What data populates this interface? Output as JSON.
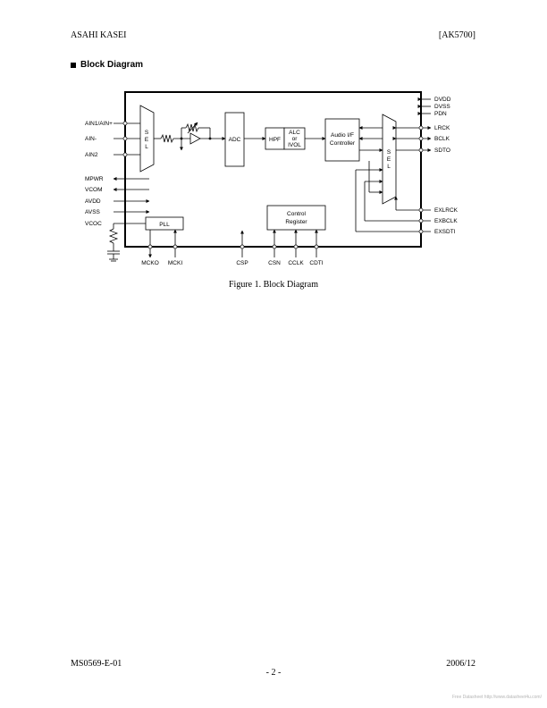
{
  "header": {
    "company": "ASAHI KASEI",
    "part": "[AK5700]"
  },
  "section_title": "Block Diagram",
  "diagram": {
    "left_pins": [
      "AIN1/AIN+",
      "AIN-",
      "AIN2",
      "MPWR",
      "VCOM",
      "AVDD",
      "AVSS",
      "VCOC"
    ],
    "right_pins": [
      "DVDD",
      "DVSS",
      "PDN",
      "LRCK",
      "BCLK",
      "SDTO",
      "EXLRCK",
      "EXBCLK",
      "EXSDTI"
    ],
    "bottom_pins": [
      "MCKO",
      "MCKI",
      "CSP",
      "CSN",
      "CCLK",
      "CDTI"
    ],
    "blocks": {
      "sel_left": [
        "S",
        "E",
        "L"
      ],
      "adc": "ADC",
      "hpf": "HPF",
      "alc": [
        "ALC",
        "or",
        "IVOL"
      ],
      "audio_if": [
        "Audio I/F",
        "Controller"
      ],
      "sel_right": [
        "S",
        "E",
        "L"
      ],
      "pll": "PLL",
      "control": [
        "Control",
        "Register"
      ]
    }
  },
  "caption": "Figure 1. Block Diagram",
  "footer": {
    "doc_no": "MS0569-E-01",
    "date": "2006/12",
    "page": "- 2 -"
  },
  "watermark": "Free Datasheet http://www.datasheet4u.com/"
}
